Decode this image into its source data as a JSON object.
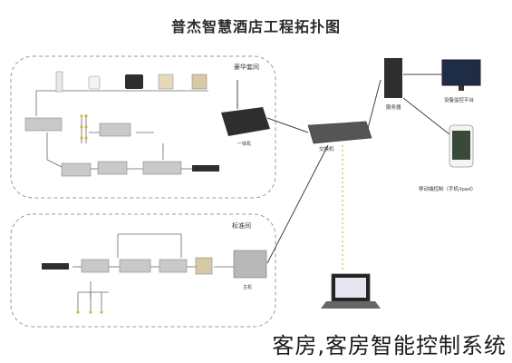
{
  "diagram": {
    "title": "普杰智慧酒店工程拓扑图",
    "caption": "客房,客房智能控制系统",
    "zones": {
      "suite": "豪华套间",
      "standard": "标准间"
    },
    "devices": {
      "server": "服务器",
      "monitor_platform": "设备监控平台",
      "mobile_control": "移动端控制（手机/ipad）",
      "switch": "交换机",
      "gateway": "一体机",
      "standard_host": "主机"
    },
    "colors": {
      "zone_border": "#9a9a9a",
      "link": "#444444",
      "wireless": "#e0b040",
      "device_gray": "#c9c9c9",
      "device_dark": "#2e2e2e"
    }
  }
}
